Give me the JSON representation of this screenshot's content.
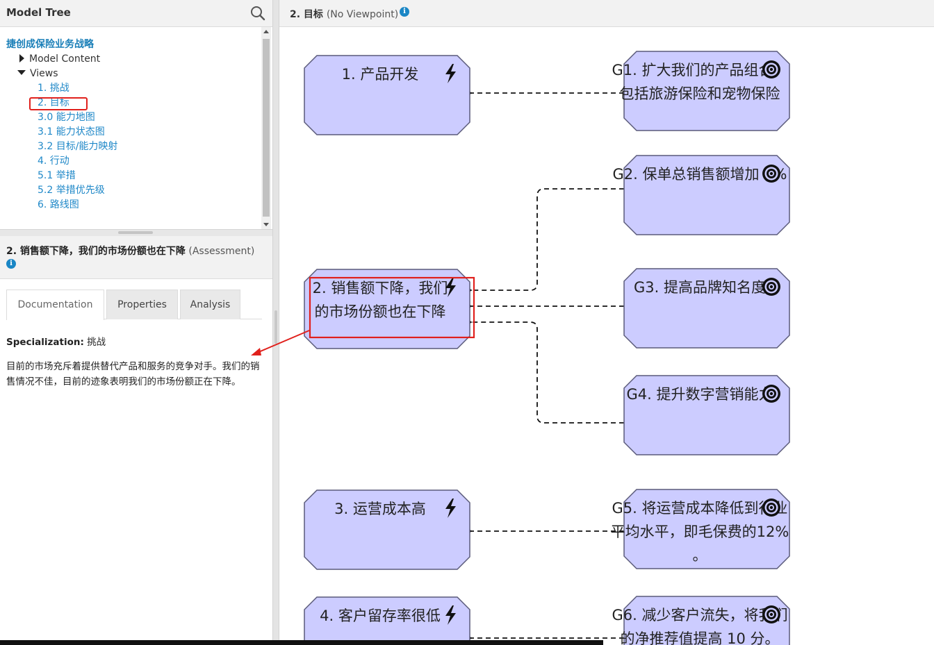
{
  "model_tree": {
    "title": "Model Tree",
    "root": "捷创成保险业务战略",
    "model_content": "Model Content",
    "views_label": "Views",
    "views": [
      "1. 挑战",
      "2. 目标",
      "3.0 能力地图",
      "3.1 能力状态图",
      "3.2 目标/能力映射",
      "4. 行动",
      "5.1 举措",
      "5.2 举措优先级",
      "6. 路线图"
    ],
    "selected_view": "2. 目标"
  },
  "details": {
    "title": "2. 销售额下降，我们的市场份额也在下降",
    "type": "(Assessment)",
    "tabs": [
      "Documentation",
      "Properties",
      "Analysis"
    ],
    "active_tab": "Documentation",
    "specialization_label": "Specialization:",
    "specialization_value": "挑战",
    "documentation": "目前的市场充斥着提供替代产品和服务的竞争对手。我们的销售情况不佳，目前的迹象表明我们的市场份额正在下降。"
  },
  "view": {
    "title": "2. 目标",
    "viewpoint": "(No Viewpoint)"
  },
  "diagram": {
    "fill_color": "#ccccff",
    "stroke_color": "#5a5a7a",
    "highlight_color": "#e0201c",
    "assessments": [
      {
        "id": "a1",
        "lines": [
          "1. 产品开发"
        ],
        "icon": "lightning-icon"
      },
      {
        "id": "a2",
        "lines": [
          "2. 销售额下降，我们",
          "的市场份额也在下降"
        ],
        "icon": "lightning-icon"
      },
      {
        "id": "a3",
        "lines": [
          "3. 运营成本高"
        ],
        "icon": "lightning-icon"
      },
      {
        "id": "a4",
        "lines": [
          "4. 客户留存率很低"
        ],
        "icon": "lightning-icon"
      }
    ],
    "goals": [
      {
        "id": "g1",
        "lines": [
          "G1. 扩大我们的产品组合，",
          "包括旅游保险和宠物保险"
        ],
        "icon": "target-icon"
      },
      {
        "id": "g2",
        "lines": [
          "G2. 保单总销售额增加 5%"
        ],
        "icon": "target-icon"
      },
      {
        "id": "g3",
        "lines": [
          "G3. 提高品牌知名度"
        ],
        "icon": "target-icon"
      },
      {
        "id": "g4",
        "lines": [
          "G4. 提升数字营销能力"
        ],
        "icon": "target-icon"
      },
      {
        "id": "g5",
        "lines": [
          "G5. 将运营成本降低到行业",
          "平均水平，即毛保费的12%",
          "。"
        ],
        "icon": "target-icon"
      },
      {
        "id": "g6",
        "lines": [
          "G6. 减少客户流失，将我们",
          "的净推荐值提高 10 分。"
        ],
        "icon": "target-icon"
      }
    ],
    "relations": [
      {
        "from": "g1",
        "to": "a1"
      },
      {
        "from": "g2",
        "to": "a2"
      },
      {
        "from": "g3",
        "to": "a2"
      },
      {
        "from": "g4",
        "to": "a2"
      },
      {
        "from": "g5",
        "to": "a3"
      },
      {
        "from": "g6",
        "to": "a4"
      }
    ]
  }
}
